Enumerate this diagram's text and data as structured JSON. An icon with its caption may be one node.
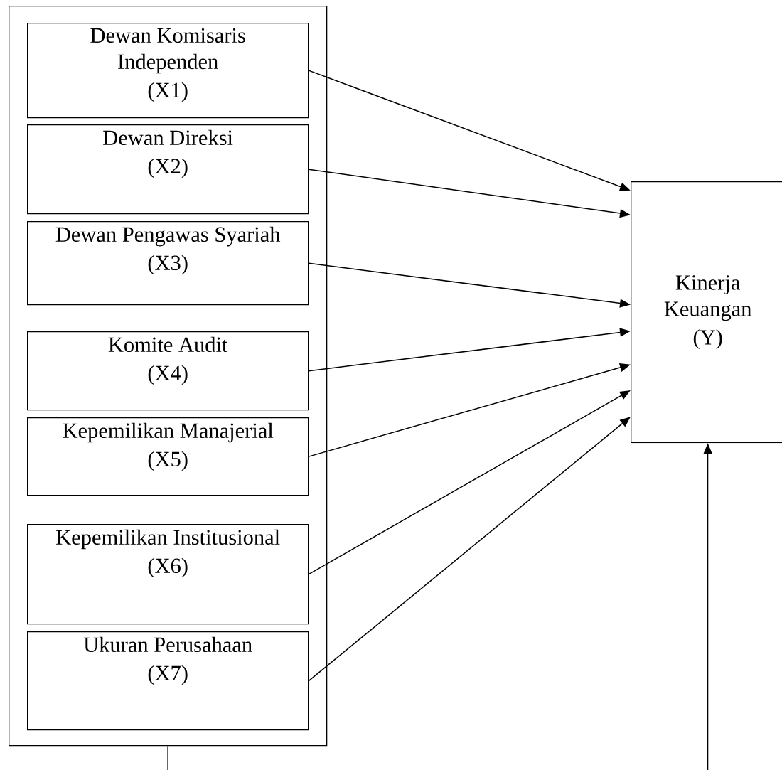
{
  "diagram": {
    "nodes": [
      {
        "text": [],
        "shape": "box"
      },
      {
        "text": [
          "Dewan Komisaris Independen",
          "(X1)"
        ],
        "in": 0
      },
      {
        "text": [
          "Dewan Direksi",
          "(X2)"
        ],
        "in": 0
      },
      {
        "text": [
          "Dewan Pengawas Syariah",
          "(X3)"
        ],
        "in": 0
      },
      {
        "text": [
          "Komite Audit",
          "(X4)"
        ],
        "in": 0
      },
      {
        "text": [
          "Kepemilikan Manajerial",
          "(X5)"
        ],
        "in": 0
      },
      {
        "text": [
          "Kepemilikan Institusional",
          "(X6)"
        ],
        "in": 0
      },
      {
        "text": [
          "Ukuran Perusahaan",
          "(X7)"
        ],
        "in": 0
      },
      {
        "text": [
          "Kinerja Keuangan",
          "(Y)"
        ]
      }
    ],
    "edges": [
      {
        "from": 1,
        "to": 8,
        "arrow": "to"
      },
      {
        "from": 2,
        "to": 8,
        "arrow": "to"
      },
      {
        "from": 3,
        "to": 8,
        "arrow": "to"
      },
      {
        "from": 4,
        "to": 8,
        "arrow": "to"
      },
      {
        "from": 5,
        "to": 8,
        "arrow": "to"
      },
      {
        "from": 6,
        "to": 8,
        "arrow": "to"
      },
      {
        "from": 7,
        "to": 8,
        "arrow": "to"
      },
      {
        "from": 0,
        "to": 8,
        "arrow": "to"
      }
    ]
  }
}
